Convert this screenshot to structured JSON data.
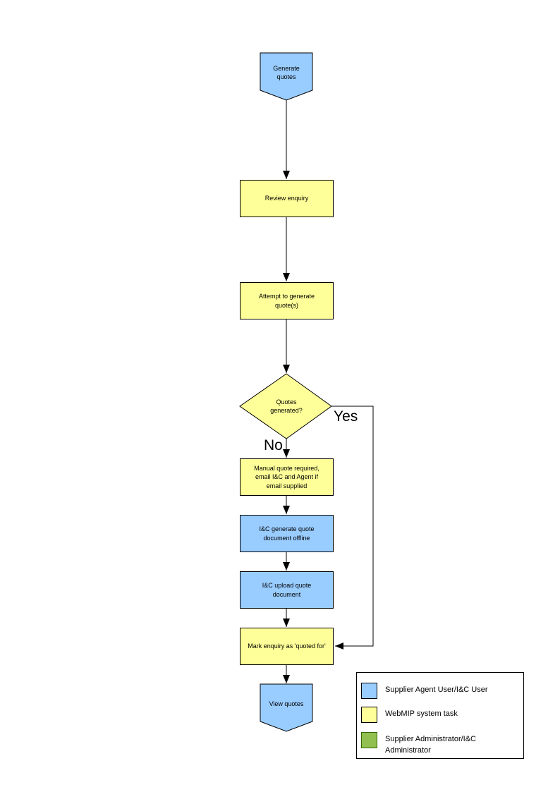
{
  "diagram": {
    "nodes": {
      "start": {
        "label": "Generate quotes",
        "shape": "pentagon-down",
        "role": "actor"
      },
      "review": {
        "label": "Review enquiry",
        "shape": "process",
        "role": "system-task"
      },
      "attempt": {
        "label": "Attempt to generate quote(s)",
        "shape": "process",
        "role": "system-task"
      },
      "decision": {
        "label": "Quotes generated?",
        "shape": "decision",
        "role": "system-task"
      },
      "manual": {
        "label": "Manual quote required, email I&C and Agent if email supplied",
        "shape": "process",
        "role": "system-task"
      },
      "offline": {
        "label": "I&C generate quote document offline",
        "shape": "process",
        "role": "actor"
      },
      "upload": {
        "label": "I&C upload quote document",
        "shape": "process",
        "role": "actor"
      },
      "mark": {
        "label": "Mark enquiry as 'quoted for'",
        "shape": "process",
        "role": "system-task"
      },
      "end": {
        "label": "View quotes",
        "shape": "pentagon-down",
        "role": "actor"
      }
    },
    "edges": {
      "yes_label": "Yes",
      "no_label": "No"
    },
    "colors": {
      "actor_blue": "#99CCFF",
      "task_yellow": "#FFFF99",
      "admin_green": "#92C050",
      "line": "#000000"
    },
    "legend": {
      "items": [
        {
          "label": "Supplier Agent User/I&C User"
        },
        {
          "label": "WebMIP system task"
        },
        {
          "label": "Supplier Administrator/I&C Administrator"
        }
      ]
    }
  }
}
